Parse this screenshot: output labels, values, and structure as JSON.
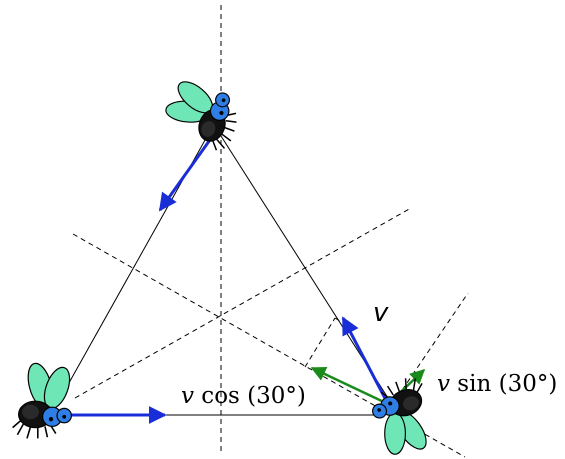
{
  "labels": {
    "v": "v",
    "vcos_var": "v",
    "vcos_rest": " cos (30°)",
    "vsin_var": "v",
    "vsin_rest": " sin (30°)"
  },
  "icons": {
    "fly": "fly-icon"
  },
  "colors": {
    "velocity_arrow": "#1a2ed8",
    "component_arrow": "#1a8a1a",
    "fly_body": "#2f7ee6",
    "fly_wing": "#6ee6b6",
    "lines": "#000000"
  }
}
